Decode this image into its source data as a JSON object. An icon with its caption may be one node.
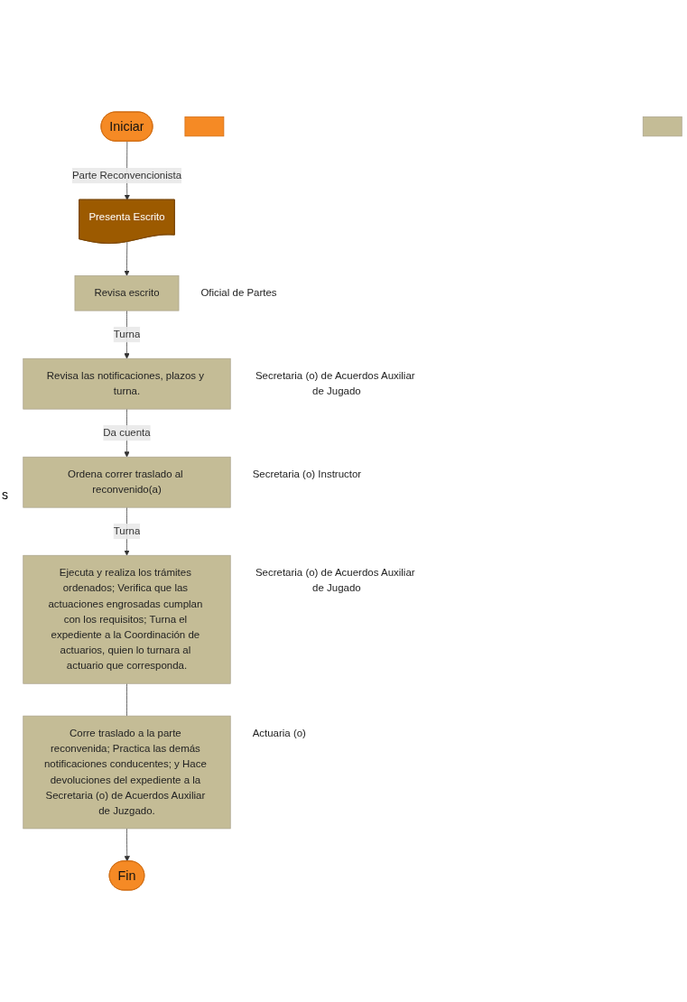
{
  "diagram": {
    "nodes": [
      {
        "text": [
          "Iniciar"
        ]
      },
      {
        "text": [],
        "shape": "box"
      },
      {
        "text": [
          "Presenta Escrito"
        ]
      },
      {
        "text": [
          "Revisa escrito"
        ],
        "beside": [
          "Oficial de Partes"
        ]
      },
      {
        "text": [
          "Revisa las notificaciones, plazos y turna."
        ],
        "beside": [
          "Secretaria (o) de Acuerdos Auxiliar de Jugado"
        ]
      },
      {
        "text": [],
        "shape": "box"
      },
      {
        "text": [
          "Ordena correr traslado al reconvenido(a)"
        ],
        "beside": [
          "Secretaria (o) Instructor"
        ]
      },
      {
        "text": [
          "Ejecuta y realiza los trámites ordenados; Verifica que las actuaciones engrosadas cumplan con los requisitos; Turna el expediente a la Coordinación de actuarios, quien lo turnara al actuario que corresponda."
        ],
        "beside": [
          "Secretaria (o) de Acuerdos Auxiliar de Jugado"
        ]
      },
      {
        "text": [
          "Corre traslado a la parte reconvenida; Practica las demás notificaciones conducentes; y Hace devoluciones del expediente a la Secretaria (o) de Acuerdos Auxiliar de Juzgado."
        ],
        "beside": [
          "Actuaria (o)"
        ]
      },
      {
        "text": [
          "Fin"
        ]
      }
    ],
    "edges": [
      {
        "from": 0,
        "to": 2,
        "arrow": "to",
        "label": "Parte Reconvencionista"
      },
      {
        "from": 2,
        "to": 3,
        "arrow": "to"
      },
      {
        "from": 3,
        "to": 4,
        "arrow": "to",
        "label": "Turna"
      },
      {
        "from": 4,
        "to": 6,
        "arrow": "to",
        "label": "Da cuenta"
      },
      {
        "from": 6,
        "to": 7,
        "arrow": "to",
        "label": "Turna"
      },
      {
        "from": 7,
        "to": 8,
        "arrow": "none"
      },
      {
        "from": 8,
        "to": 9,
        "arrow": "to"
      }
    ],
    "labels": [
      "s"
    ]
  }
}
